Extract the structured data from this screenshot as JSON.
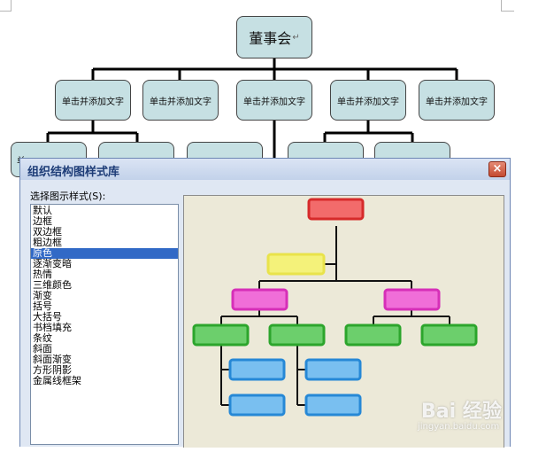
{
  "document": {
    "root_box": "董事会",
    "pilcrow": "↵",
    "child_boxes": [
      "单击并添加文字",
      "单击并添加文字",
      "单击并添加文字",
      "单击并添加文字",
      "单击并添加文字"
    ],
    "partial_box_text": "单"
  },
  "dialog": {
    "title": "组织结构图样式库",
    "close_glyph": "×",
    "list_label": "选择图示样式(S):",
    "selected_index": 4,
    "styles": [
      "默认",
      "边框",
      "双边框",
      "粗边框",
      "原色",
      "逐渐变暗",
      "热情",
      "三维颜色",
      "渐变",
      "括号",
      "大括号",
      "书档填充",
      "条纹",
      "斜面",
      "斜面渐变",
      "方形阴影",
      "金属线框架"
    ],
    "preview": {
      "colors": {
        "top": "#f26b6b",
        "second": "#f4f27a",
        "third": "#f06ed8",
        "fourth": "#6ccf6c",
        "fifth": "#79bff0"
      }
    }
  },
  "watermark": {
    "logo": "Bai 经验",
    "url": "jingyan.baidu.com"
  }
}
